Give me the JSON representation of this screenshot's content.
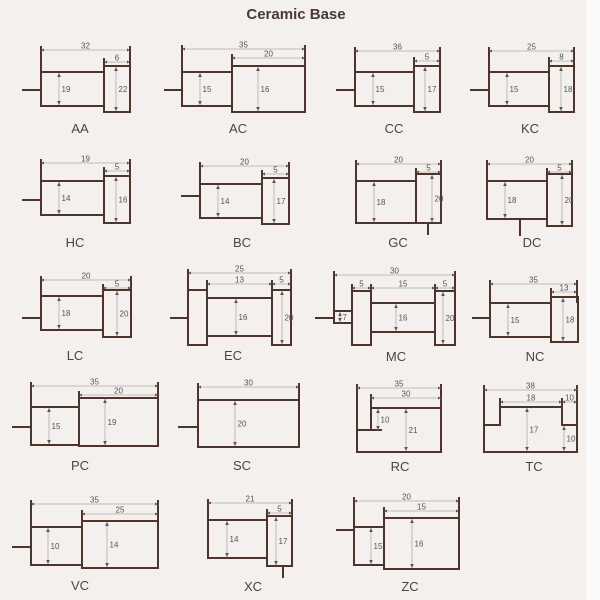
{
  "title": "Ceramic Base",
  "colors": {
    "outline": "#4e342a",
    "dimension": "#b7aca6",
    "background": "#f3f0ed"
  },
  "parts": [
    {
      "label": "AA",
      "dims": [
        "32",
        "6",
        "19",
        "22"
      ]
    },
    {
      "label": "AC",
      "dims": [
        "35",
        "20",
        "15",
        "16"
      ]
    },
    {
      "label": "CC",
      "dims": [
        "36",
        "5",
        "15",
        "17"
      ]
    },
    {
      "label": "KC",
      "dims": [
        "25",
        "8",
        "15",
        "18"
      ]
    },
    {
      "label": "HC",
      "dims": [
        "19",
        "5",
        "14",
        "16"
      ]
    },
    {
      "label": "BC",
      "dims": [
        "20",
        "5",
        "14",
        "17"
      ]
    },
    {
      "label": "GC",
      "dims": [
        "20",
        "5",
        "18",
        "20"
      ]
    },
    {
      "label": "DC",
      "dims": [
        "20",
        "5",
        "18",
        "20"
      ]
    },
    {
      "label": "LC",
      "dims": [
        "20",
        "5",
        "18",
        "20"
      ]
    },
    {
      "label": "EC",
      "dims": [
        "25",
        "13",
        "5",
        "16",
        "20"
      ]
    },
    {
      "label": "MC",
      "dims": [
        "30",
        "5",
        "15",
        "5",
        "7",
        "16",
        "20"
      ]
    },
    {
      "label": "NC",
      "dims": [
        "35",
        "13",
        "15",
        "18"
      ]
    },
    {
      "label": "PC",
      "dims": [
        "35",
        "20",
        "15",
        "19"
      ]
    },
    {
      "label": "SC",
      "dims": [
        "30",
        "20"
      ]
    },
    {
      "label": "RC",
      "dims": [
        "35",
        "30",
        "10",
        "21"
      ]
    },
    {
      "label": "TC",
      "dims": [
        "38",
        "18",
        "10",
        "17",
        "10"
      ]
    },
    {
      "label": "VC",
      "dims": [
        "35",
        "25",
        "10",
        "14"
      ]
    },
    {
      "label": "XC",
      "dims": [
        "21",
        "5",
        "14",
        "17"
      ]
    },
    {
      "label": "ZC",
      "dims": [
        "20",
        "15",
        "15",
        "16"
      ]
    }
  ]
}
